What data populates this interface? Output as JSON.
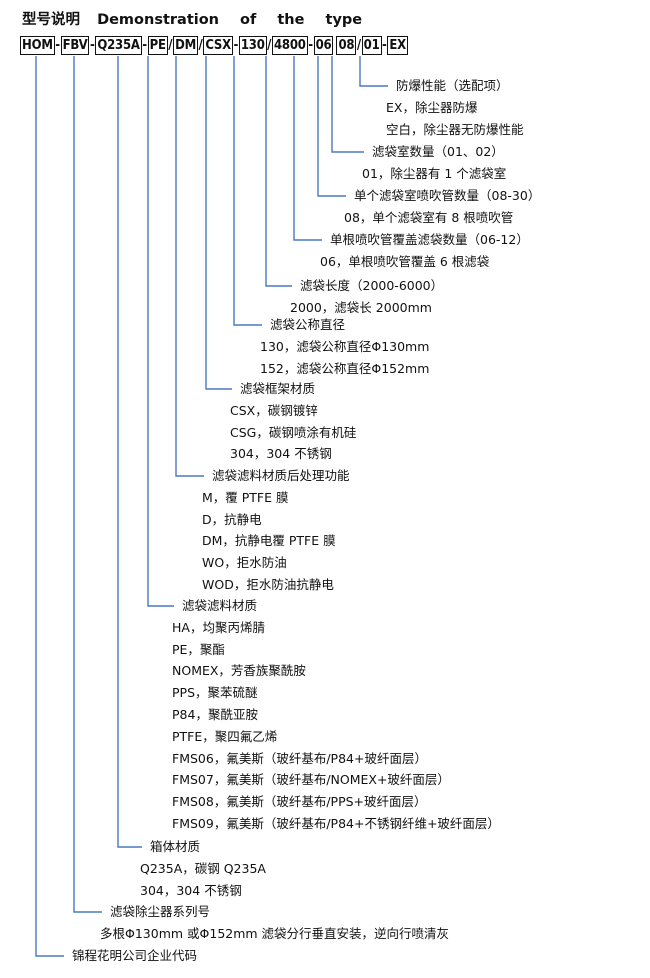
{
  "title": {
    "cn": "型号说明",
    "en": "Demonstration of the type"
  },
  "code_segments": [
    "HOM",
    "FBV",
    "Q235A",
    "PE",
    "DM",
    "CSX",
    "130",
    "4800",
    "06",
    "08",
    "01",
    "EX"
  ],
  "code_separators": [
    "-",
    "-",
    "-",
    "/",
    "/",
    "-",
    "/",
    "-",
    "",
    "/",
    "-"
  ],
  "branches": [
    {
      "lines": [
        "防爆性能（选配项）",
        "EX，除尘器防爆",
        "空白，除尘器无防爆性能"
      ]
    },
    {
      "lines": [
        "滤袋室数量（01、02）",
        "01，除尘器有 1 个滤袋室"
      ]
    },
    {
      "lines": [
        "单个滤袋室喷吹管数量（08-30）",
        "08，单个滤袋室有 8 根喷吹管"
      ]
    },
    {
      "lines": [
        "单根喷吹管覆盖滤袋数量（06-12）",
        "06，单根喷吹管覆盖 6 根滤袋"
      ]
    },
    {
      "lines": [
        "滤袋长度（2000-6000）",
        "2000，滤袋长 2000mm"
      ]
    },
    {
      "lines": [
        "滤袋公称直径",
        "130，滤袋公称直径Φ130mm",
        "152，滤袋公称直径Φ152mm"
      ]
    },
    {
      "lines": [
        "滤袋框架材质",
        "CSX，碳钢镀锌",
        "CSG，碳钢喷涂有机硅",
        "304，304 不锈钢"
      ]
    },
    {
      "lines": [
        "滤袋滤料材质后处理功能",
        "M，覆 PTFE 膜",
        "D，抗静电",
        "DM，抗静电覆 PTFE 膜",
        "WO，拒水防油",
        "WOD，拒水防油抗静电"
      ]
    },
    {
      "lines": [
        "滤袋滤料材质",
        "HA，均聚丙烯腈",
        "PE，聚酯",
        "NOMEX，芳香族聚酰胺",
        "PPS，聚苯硫醚",
        "P84，聚酰亚胺",
        "PTFE，聚四氟乙烯",
        "FMS06，氟美斯（玻纤基布/P84+玻纤面层）",
        "FMS07，氟美斯（玻纤基布/NOMEX+玻纤面层）",
        "FMS08，氟美斯（玻纤基布/PPS+玻纤面层）",
        "FMS09，氟美斯（玻纤基布/P84+不锈钢纤维+玻纤面层）"
      ]
    },
    {
      "lines": [
        "箱体材质",
        "Q235A，碳钢 Q235A",
        "304，304 不锈钢"
      ]
    },
    {
      "lines": [
        "滤袋除尘器系列号",
        "多根Φ130mm 或Φ152mm 滤袋分行垂直安装，逆向行喷清灰"
      ]
    },
    {
      "lines": [
        "锦程花明公司企业代码"
      ]
    }
  ],
  "line_color": "#4a78c0"
}
